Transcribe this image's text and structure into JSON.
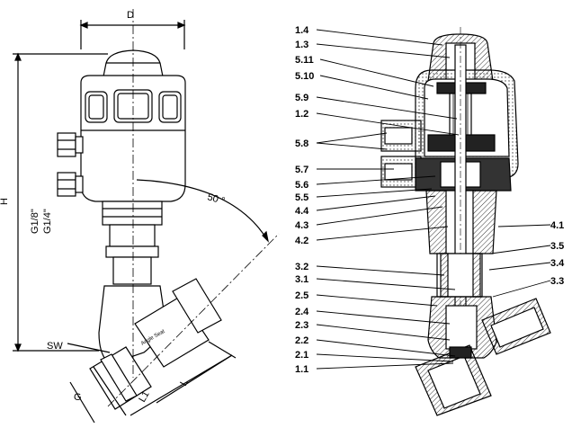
{
  "left_view": {
    "dims": {
      "D": "D",
      "H": "H",
      "angle": "50 °",
      "port_1": "G1/8\"",
      "port_2": "G1/4\"",
      "SW": "SW",
      "G": "G",
      "L1": "L1",
      "L": "L"
    }
  },
  "right_view": {
    "callouts_left": [
      "1.4",
      "1.3",
      "5.11",
      "5.10",
      "5.9",
      "1.2",
      "5.8",
      "5.7",
      "5.6",
      "5.5",
      "4.4",
      "4.3",
      "4.2",
      "3.2",
      "3.1",
      "2.5",
      "2.4",
      "2.3",
      "2.2",
      "2.1",
      "1.1"
    ],
    "callouts_right": [
      "4.1",
      "3.5",
      "3.4",
      "3.3"
    ]
  }
}
